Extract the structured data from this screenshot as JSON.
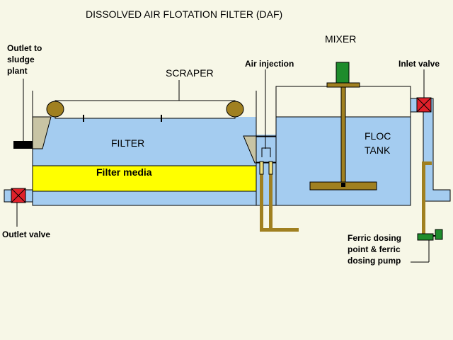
{
  "title": "DISSOLVED AIR FLOTATION FILTER (DAF)",
  "labels": {
    "outlet_sludge": [
      "Outlet to",
      "sludge",
      "plant"
    ],
    "scraper": "SCRAPER",
    "air_injection": "Air injection",
    "mixer": "MIXER",
    "inlet_valve": "Inlet valve",
    "filter": "FILTER",
    "filter_media": "Filter media",
    "floc_tank": [
      "FLOC",
      "TANK"
    ],
    "outlet_valve": "Outlet valve",
    "ferric": [
      "Ferric dosing",
      "point & ferric",
      "dosing pump"
    ]
  },
  "colors": {
    "background": "#f7f7e7",
    "water": "#a4ccf0",
    "media": "#ffff00",
    "pipe": "#a08020",
    "mixer_motor": "#1e8c2c",
    "valve": "#e0202a",
    "roller": "#a08020",
    "funnel": "#c8c4a4"
  }
}
